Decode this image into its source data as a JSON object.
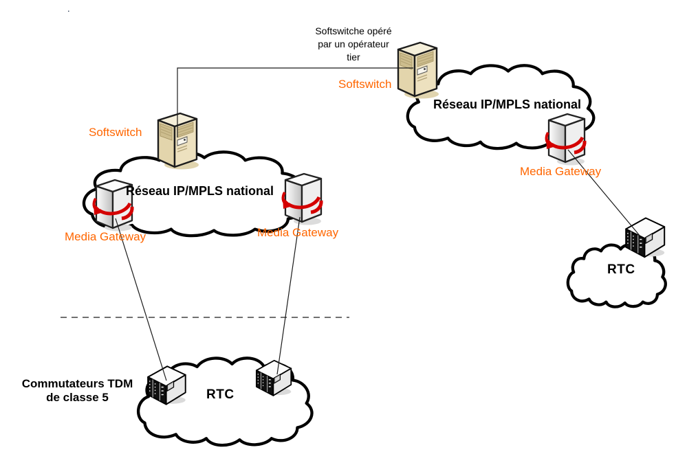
{
  "diagram": {
    "stray_dot": ".",
    "note": {
      "lines": [
        "Softswitche opéré",
        "par un opérateur",
        "tier"
      ]
    },
    "softswitch_left": {
      "label": "Softswitch"
    },
    "softswitch_right": {
      "label": "Softswitch"
    },
    "cloud_left": {
      "title": "Réseau IP/MPLS national"
    },
    "cloud_right": {
      "title": "Réseau IP/MPLS national"
    },
    "media_gateway_left": {
      "label": "Media Gateway"
    },
    "media_gateway_mid": {
      "label": "Media Gateway"
    },
    "media_gateway_right": {
      "label": "Media Gateway"
    },
    "rtc_bottom": {
      "label": "RTC"
    },
    "rtc_right": {
      "label": "RTC"
    },
    "tdm_caption": {
      "lines": [
        "Commutateurs TDM",
        "de classe 5"
      ]
    },
    "colors": {
      "label_accent": "#FF6600",
      "text": "#000000",
      "cloud_stroke": "#000000",
      "cloud_fill": "#FFFFFF",
      "mg_arrow": "#D40000",
      "softswitch_body": "#EDE1BF",
      "tdm_front": "#111111"
    }
  }
}
